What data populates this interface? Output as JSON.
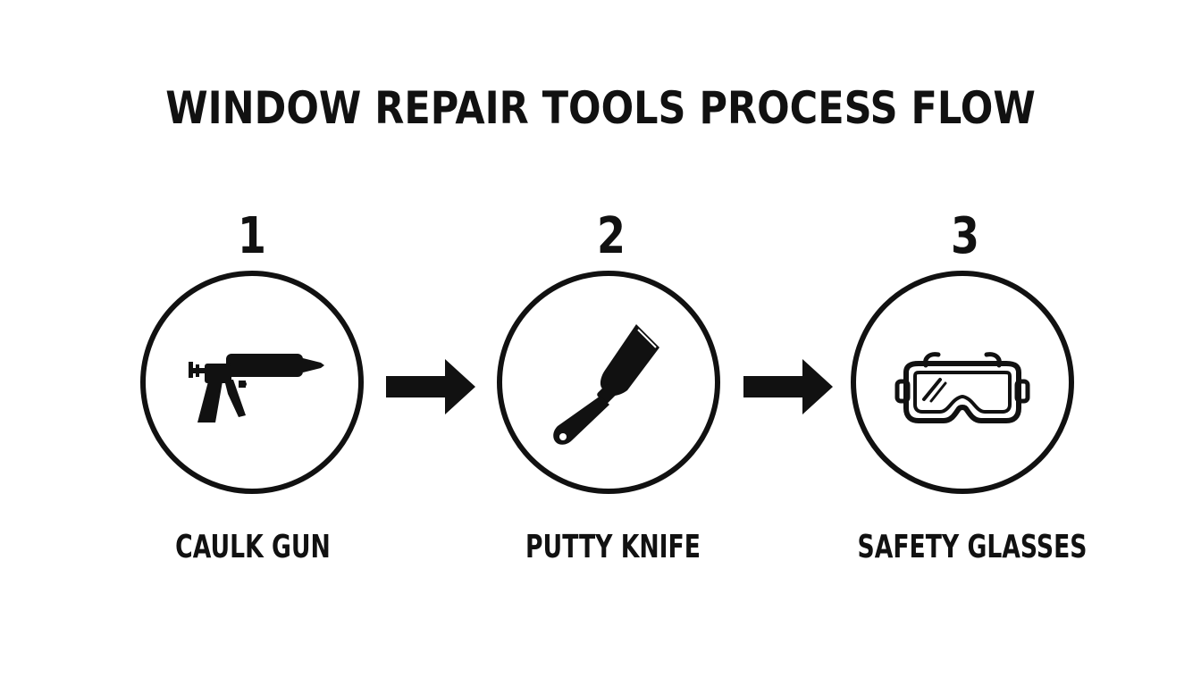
{
  "title": "WINDOW REPAIR TOOLS PROCESS FLOW",
  "steps": [
    {
      "number": "1",
      "label": "CAULK GUN",
      "icon": "caulk-gun-icon"
    },
    {
      "number": "2",
      "label": "PUTTY KNIFE",
      "icon": "putty-knife-icon"
    },
    {
      "number": "3",
      "label": "SAFETY GLASSES",
      "icon": "safety-glasses-icon"
    }
  ],
  "connector_icon": "arrow-right-icon",
  "colors": {
    "ink": "#111111",
    "background": "#ffffff"
  }
}
